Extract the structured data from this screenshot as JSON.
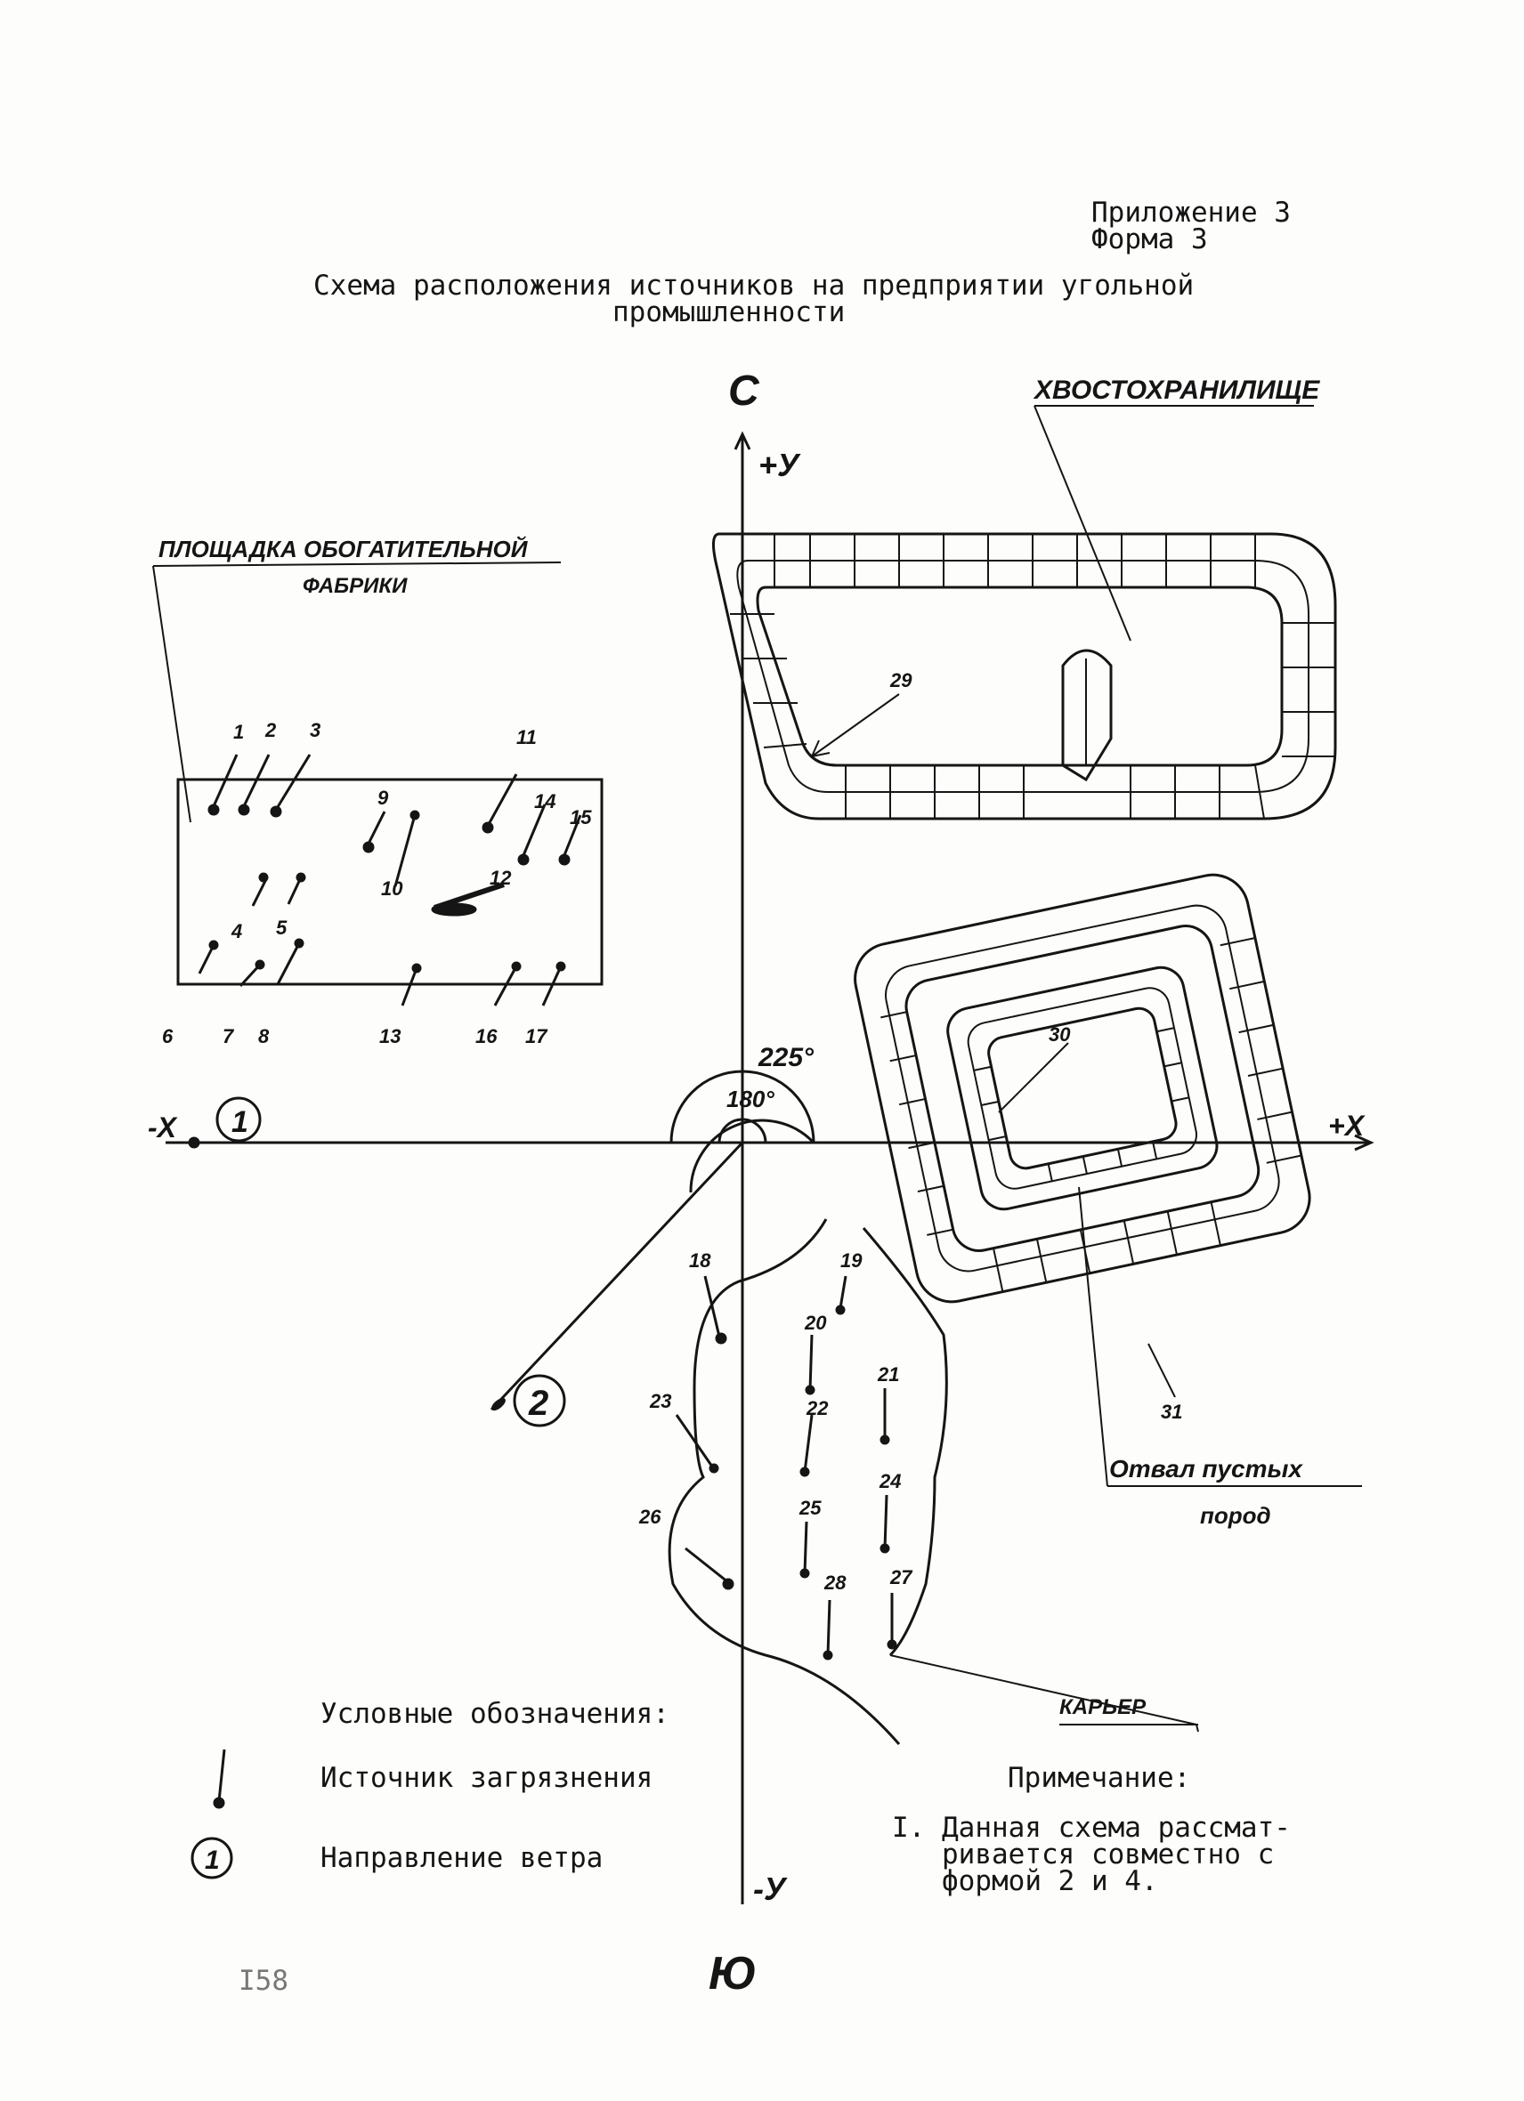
{
  "header": {
    "appendix": "Приложение 3",
    "form": "Форма 3"
  },
  "title": {
    "line1": "Схема расположения источников на предприятии угольной",
    "line2": "промышленности"
  },
  "compass": {
    "north": "С",
    "south": "Ю",
    "plus_y": "+У",
    "minus_y": "-У",
    "plus_x": "+Х",
    "minus_x": "-Х"
  },
  "angles": {
    "a225": "225°",
    "a180": "180°"
  },
  "areas": {
    "plant_line1": "ПЛОЩАДКА ОБОГАТИТЕЛЬНОЙ",
    "plant_line2": "ФАБРИКИ",
    "tailings": "ХВОСТОХРАНИЛИЩЕ",
    "dump_line1": "Отвал пустых",
    "dump_line2": "пород",
    "quarry": "КАРЬЕР"
  },
  "wind_markers": [
    "1",
    "2"
  ],
  "sources": [
    "1",
    "2",
    "3",
    "4",
    "5",
    "6",
    "7",
    "8",
    "9",
    "10",
    "11",
    "12",
    "13",
    "14",
    "15",
    "16",
    "17",
    "18",
    "19",
    "20",
    "21",
    "22",
    "23",
    "24",
    "25",
    "26",
    "27",
    "28",
    "29",
    "30",
    "31"
  ],
  "legend": {
    "title": "Условные обозначения:",
    "source": "Источник загрязнения",
    "wind": "Направление ветра",
    "wind_symbol": "1"
  },
  "note": {
    "title": "Примечание:",
    "line1": "I. Данная схема рассмат-",
    "line2": "ривается совместно с",
    "line3": "формой 2 и 4."
  },
  "page_number": "I58"
}
